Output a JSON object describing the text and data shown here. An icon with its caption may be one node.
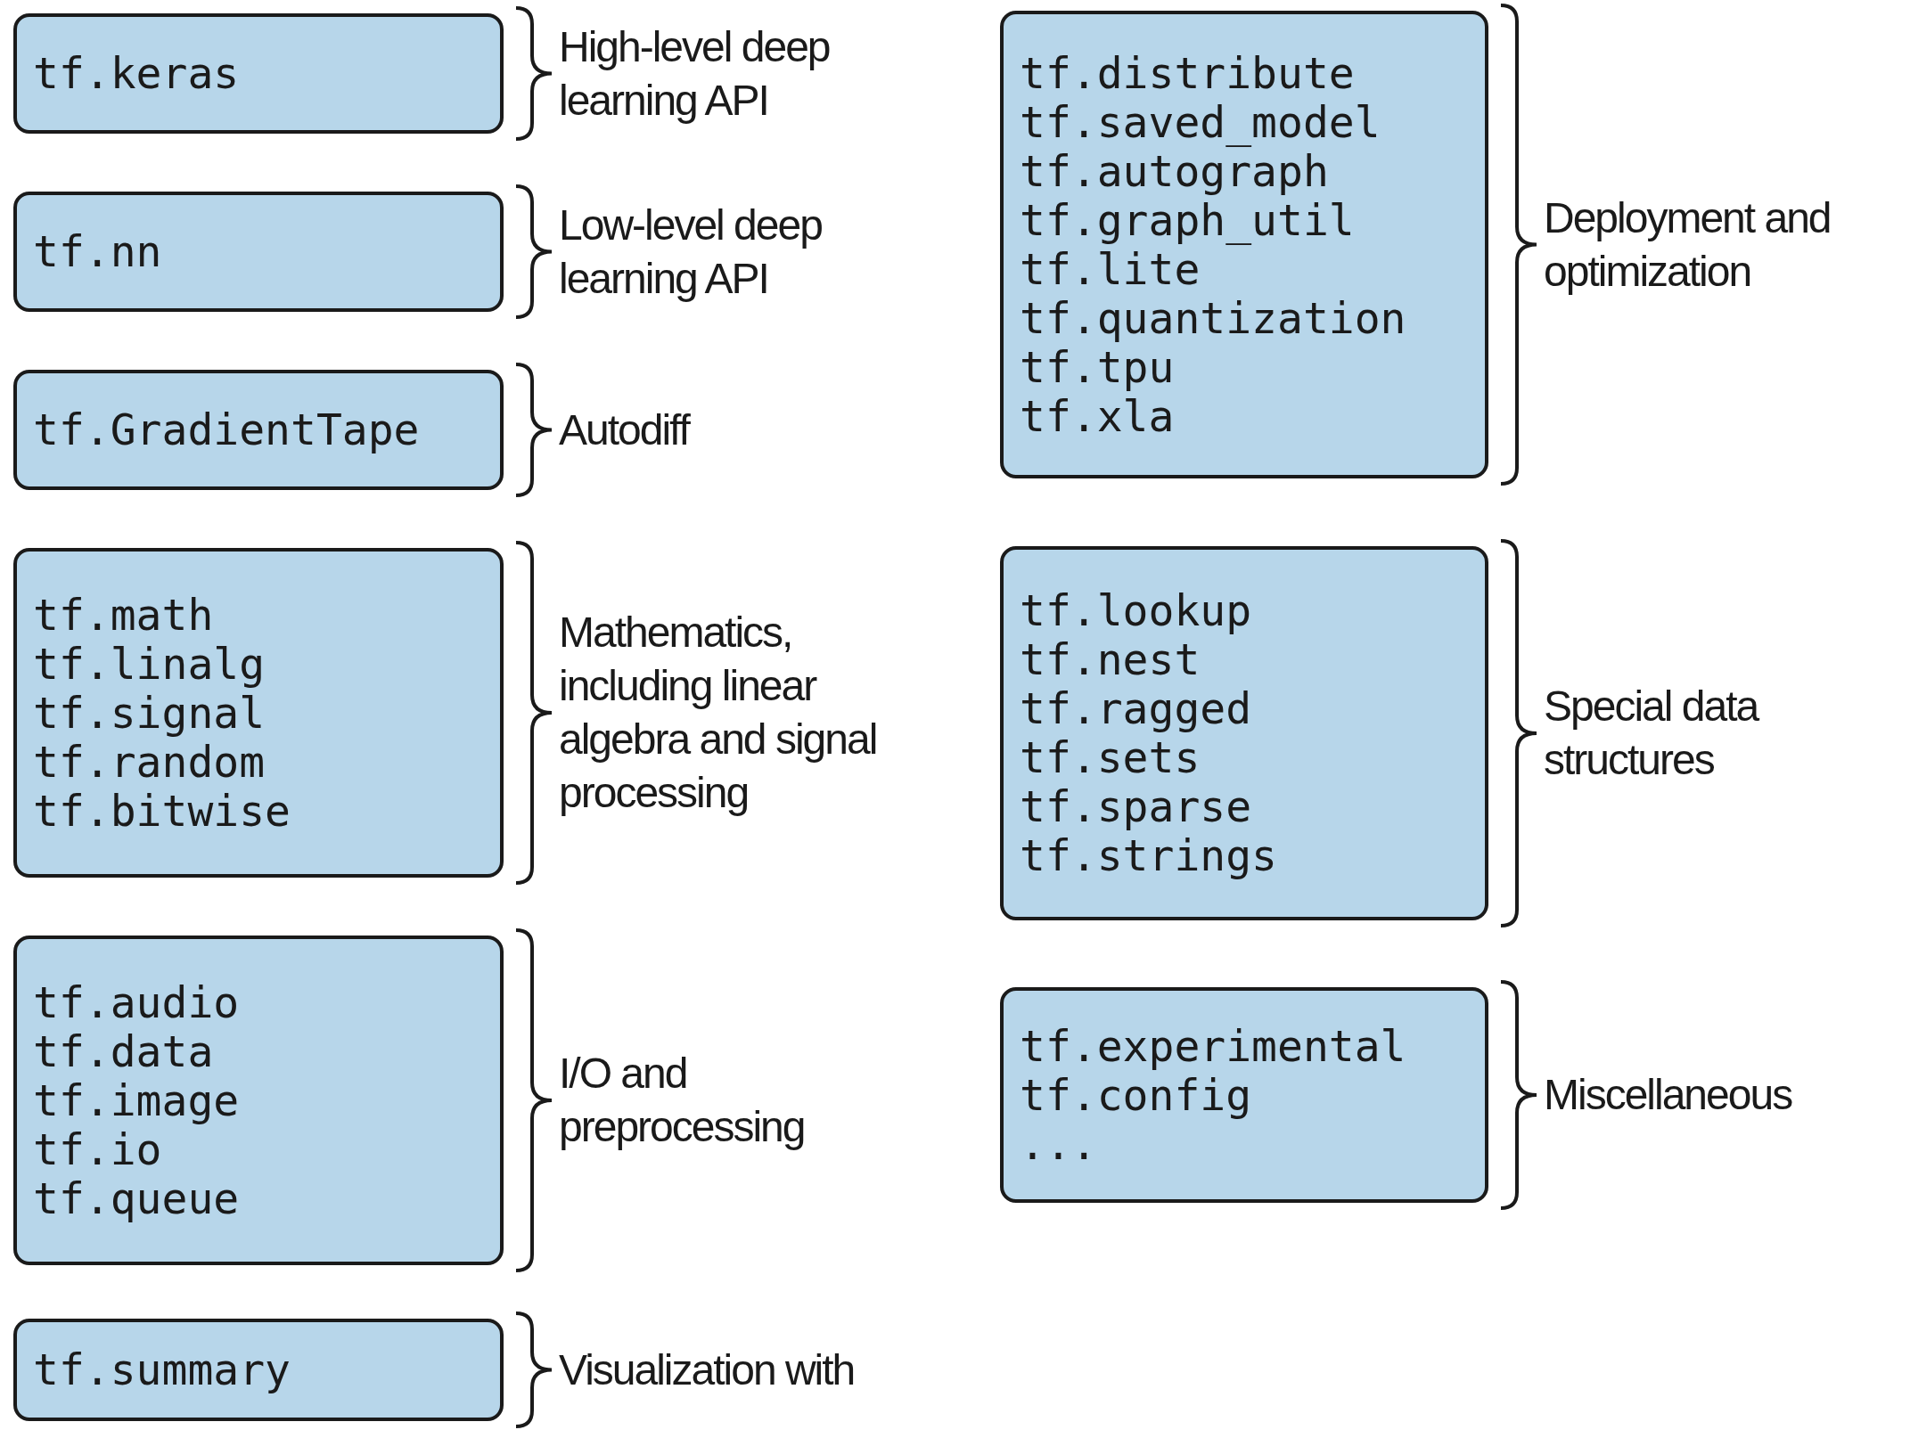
{
  "diagram": {
    "nodes": [
      {
        "text": [
          "tf.keras"
        ],
        "beside": [
          "High-level deep learning API"
        ]
      },
      {
        "text": [
          "tf.nn"
        ],
        "beside": [
          "Low-level deep learning API"
        ]
      },
      {
        "text": [
          "tf.GradientTape"
        ],
        "beside": [
          "Autodiff"
        ]
      },
      {
        "text": [
          "tf.math",
          "tf.linalg",
          "tf.signal",
          "tf.random",
          "tf.bitwise"
        ],
        "beside": [
          "Mathematics, including linear algebra and signal processing"
        ]
      },
      {
        "text": [
          "tf.audio",
          "tf.data",
          "tf.image",
          "tf.io",
          "tf.queue"
        ],
        "beside": [
          "I/O and preprocessing"
        ]
      },
      {
        "text": [
          "tf.summary"
        ],
        "beside": [
          "Visualization with"
        ]
      },
      {
        "text": [
          "tf.distribute",
          "tf.saved_model",
          "tf.autograph",
          "tf.graph_util",
          "tf.lite",
          "tf.quantization",
          "tf.tpu",
          "tf.xla"
        ],
        "beside": [
          "Deployment and optimization"
        ]
      },
      {
        "text": [
          "tf.lookup",
          "tf.nest",
          "tf.ragged",
          "tf.sets",
          "tf.sparse",
          "tf.strings"
        ],
        "beside": [
          "Special data structures"
        ]
      },
      {
        "text": [
          "tf.experimental",
          "tf.config",
          "..."
        ],
        "beside": [
          "Miscellaneous"
        ]
      }
    ],
    "edges": []
  }
}
